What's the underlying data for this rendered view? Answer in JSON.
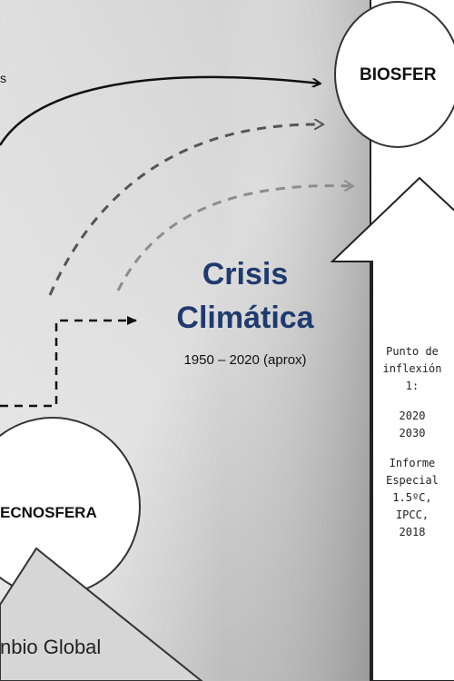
{
  "left_fragment": "s",
  "biosfera": "BIOSFER",
  "crisis": {
    "title_line1": "Crisis",
    "title_line2": "Climática",
    "dates": "1950 – 2020 (aprox)"
  },
  "tecnosfera": "ECNOSFERA",
  "cambio_global": "nbio Global",
  "inflexion": {
    "line1": "Punto de",
    "line2": "inflexión",
    "line3": "1:",
    "year1": "2020",
    "year2": "2030",
    "report1": "Informe",
    "report2": "Especial",
    "report3": "1.5ºC,",
    "report4": "IPCC,",
    "report5": "2018"
  },
  "colors": {
    "crisis_title": "#1f3a6e",
    "gradient_dark": "#b4b4b4",
    "gradient_light": "#efefef"
  }
}
